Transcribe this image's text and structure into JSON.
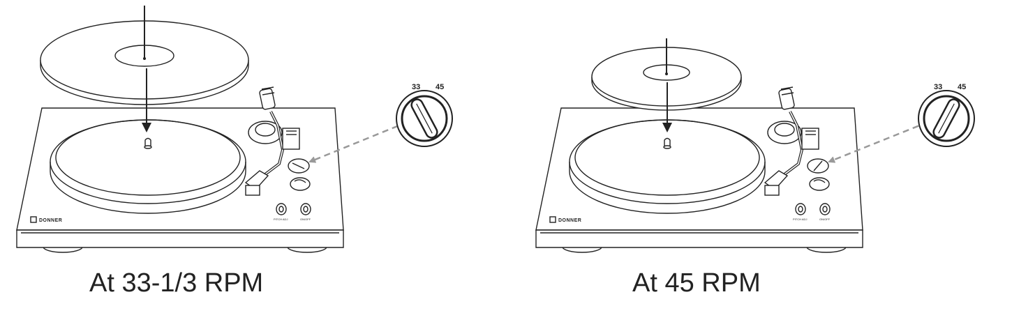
{
  "panels": [
    {
      "caption": "At 33-1/3 RPM",
      "speed_selector": {
        "label_33": "33",
        "label_45": "45",
        "selected": "33"
      },
      "record_size": "large"
    },
    {
      "caption": "At 45 RPM",
      "speed_selector": {
        "label_33": "33",
        "label_45": "45",
        "selected": "45"
      },
      "record_size": "small"
    }
  ],
  "device": {
    "brand": "DONNER",
    "knob_1_label": "PITCH ADJ",
    "knob_2_label": "ON/OFF"
  },
  "colors": {
    "line": "#222222",
    "arrow": "#999999",
    "background": "#ffffff"
  }
}
